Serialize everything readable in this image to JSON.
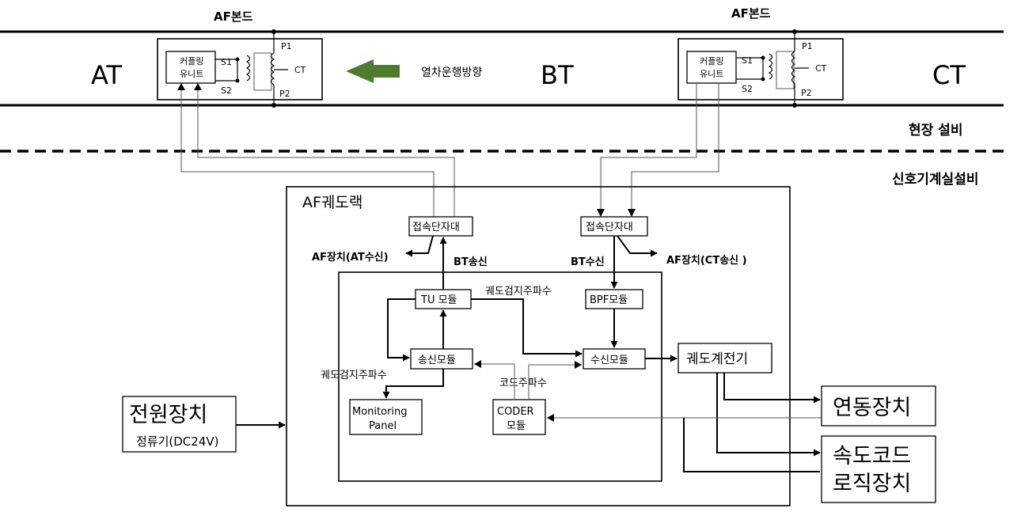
{
  "labels": {
    "bond_left": "AF본드",
    "bond_right": "AF본드",
    "section_at": "AT",
    "section_bt": "BT",
    "section_ct": "CT",
    "train_direction": "열차운행방향",
    "coupling_unit_line1": "커플링",
    "coupling_unit_line2": "유니트",
    "s1": "S1",
    "s2": "S2",
    "p1": "P1",
    "p2": "P2",
    "ct": "CT",
    "field_equipment": "현장 설비",
    "signal_room_equipment": "신호기계실설비",
    "af_rack": "AF궤도랙",
    "terminal_block": "접속단자대",
    "af_device_at": "AF장치(AT수신)",
    "af_device_ct": "AF장치(CT송신 )",
    "bt_tx": "BT송신",
    "bt_rx": "BT수신",
    "tu_module": "TU 모듈",
    "bpf_module": "BPF모듈",
    "track_detect_freq": "궤도검지주파수",
    "tx_module": "송신모듈",
    "rx_module": "수신모듈",
    "track_relay": "궤도계전기",
    "code_freq": "코드주파수",
    "monitoring_line1": "Monitoring",
    "monitoring_line2": "Panel",
    "coder_line1": "CODER",
    "coder_line2": "모듈",
    "power_unit": "전원장치",
    "rectifier": "정류기(DC24V)",
    "interlocking": "연동장치",
    "speed_code_line1": "속도코드",
    "speed_code_line2": "로직장치"
  },
  "colors": {
    "arrow_green": "#4e7c2c",
    "line": "#000000"
  }
}
